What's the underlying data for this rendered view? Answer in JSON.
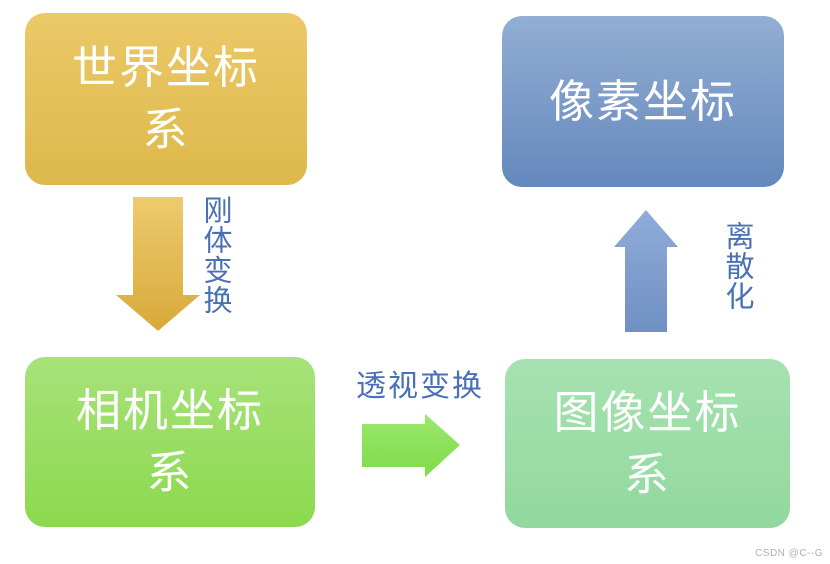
{
  "diagram": {
    "title": "coordinate-system-transformation-flow",
    "nodes": [
      {
        "id": "world",
        "label": "世界坐标系",
        "shape": "rounded-rect",
        "fill": "gold"
      },
      {
        "id": "pixel",
        "label": "像素坐标",
        "shape": "rounded-rect",
        "fill": "blue"
      },
      {
        "id": "camera",
        "label": "相机坐标系",
        "shape": "rounded-rect",
        "fill": "green"
      },
      {
        "id": "image",
        "label": "图像坐标系",
        "shape": "rounded-rect",
        "fill": "mint"
      }
    ],
    "edges": [
      {
        "id": "rigid",
        "from": "world",
        "to": "camera",
        "label": "刚体变换",
        "direction": "down",
        "arrow_color": "gold"
      },
      {
        "id": "perspective",
        "from": "camera",
        "to": "image",
        "label": "透视变换",
        "direction": "right",
        "arrow_color": "green"
      },
      {
        "id": "discretize",
        "from": "image",
        "to": "pixel",
        "label": "离散化",
        "direction": "up",
        "arrow_color": "blue"
      }
    ]
  },
  "watermark": "CSDN @C--G",
  "colors": {
    "world_top": "#ecc968",
    "world_bottom": "#ddb84b",
    "pixel_top": "#93aed3",
    "pixel_bottom": "#6488bd",
    "camera_top": "#a6e279",
    "camera_bottom": "#8cd94e",
    "image_top": "#a6e2b0",
    "image_bottom": "#92d89e",
    "arrow_gold_top": "#edcb6e",
    "arrow_gold_bottom": "#d8a93a",
    "arrow_blue_top": "#90acd8",
    "arrow_blue_bottom": "#7090c3",
    "arrow_green_top": "#9ae86d",
    "arrow_green_bottom": "#80db49",
    "label_blue": "#4a70b5",
    "node_text": "#ffffff",
    "watermark_gray": "#b0b0b0"
  }
}
